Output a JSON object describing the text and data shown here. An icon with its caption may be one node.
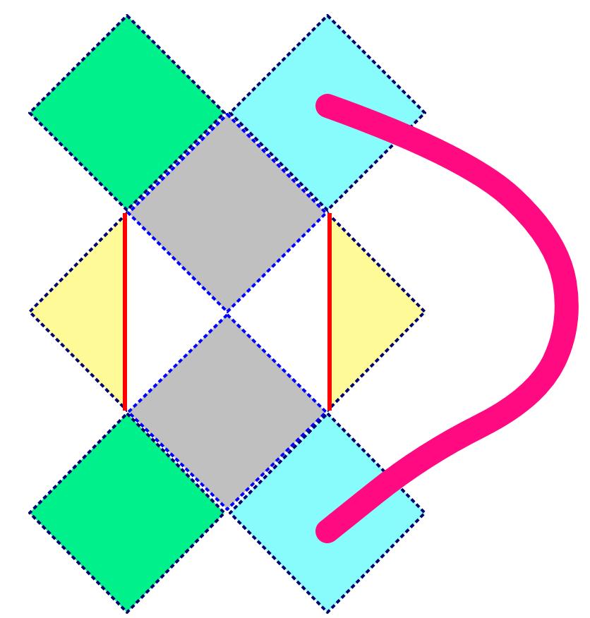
{
  "diagram": {
    "nodes": [
      {
        "text": [],
        "shape": "diamond"
      },
      {
        "text": [],
        "shape": "diamond"
      },
      {
        "text": [],
        "shape": "diamond"
      },
      {
        "text": [],
        "shape": "triangle"
      },
      {
        "text": [],
        "shape": "triangle"
      },
      {
        "text": [],
        "shape": "diamond"
      },
      {
        "text": [],
        "shape": "diamond"
      },
      {
        "text": [],
        "shape": "diamond"
      }
    ],
    "edges": [
      {
        "from": 1,
        "to": 7,
        "arrow": "none",
        "color": "#ff0a80"
      }
    ]
  }
}
